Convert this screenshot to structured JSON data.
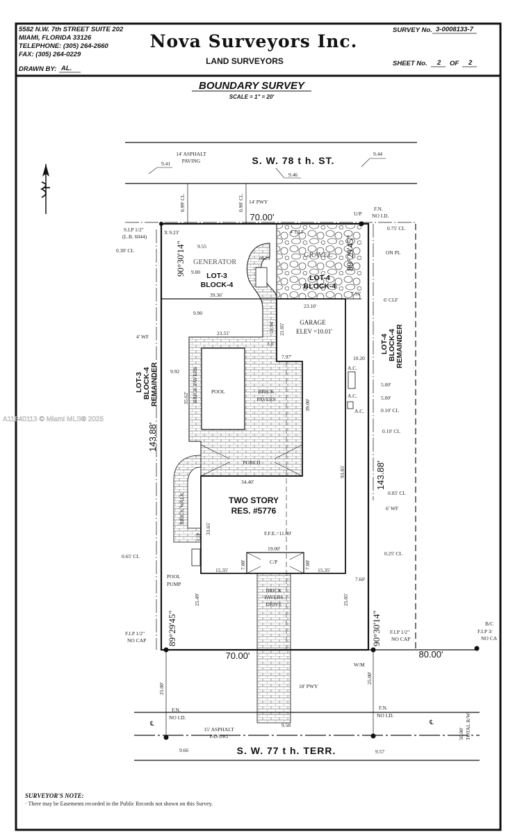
{
  "header": {
    "address_lines": [
      "5582 N.W. 7th STREET SUITE 202",
      "MIAMI, FLORIDA 33126",
      "TELEPHONE: (305) 264-2660",
      "FAX: (305) 264-0229"
    ],
    "drawn_by_label": "DRAWN BY:",
    "drawn_by": "AL.",
    "company": "Nova Surveyors Inc.",
    "company_sub": "LAND SURVEYORS",
    "survey_no_label": "SURVEY No.",
    "survey_no": "3-0008133-7",
    "sheet_label": "SHEET No.",
    "sheet_no": "2",
    "sheet_of_label": "OF",
    "sheet_total": "2"
  },
  "title": {
    "main": "BOUNDARY SURVEY",
    "scale": "SCALE  = 1\" = 20'"
  },
  "watermark": "A11840113 © Miami MLS® 2025",
  "plan": {
    "north_street": {
      "name": "S. W. 78 t h.   ST.",
      "paving_1": "14' ASPHALT",
      "paving_2": "PAVING",
      "elev_1": "9.41",
      "elev_2": "9.46",
      "elev_3": "9.44",
      "cl_1": "0.99' CL",
      "cl_2": "0.90' CL",
      "pwy": "14' PWY"
    },
    "south_street": {
      "name": "S. W. 77 t h.   TERR.",
      "paving_1": "15' ASPHALT",
      "paving_2": "PAVING",
      "elev_1": "9.66",
      "elev_2": "9.58",
      "elev_3": "9.57",
      "rw_1": "50.00'",
      "rw_2": "TOTAL R/W",
      "pwy": "18' PWY",
      "cl_symbol": "℄"
    },
    "boundary": {
      "top": "70.00'",
      "bottom": "70.00'",
      "left": "143.88'",
      "right": "143.88'",
      "adjacent": "80.00'",
      "angle_tl": "90°30'14\"",
      "angle_tr": "89°29'45\"",
      "angle_bl": "89°29'45\"",
      "angle_br": "90°30'14\"",
      "setback_l": "25.00'",
      "setback_r": "25.00'"
    },
    "monuments": {
      "up": "U/P",
      "fn_top_1": "F.N.",
      "fn_top_2": "NO I.D.",
      "sip_1": "S.I.P 1/2\"",
      "sip_2": "(L.B. 6044)",
      "x_923": "X 9.23'",
      "fip_l_1": "F.I.P 1/2\"",
      "fip_l_2": "NO CAP",
      "fip_r_1": "F.I.P 1/2\"",
      "fip_r_2": "NO CAP",
      "bc_1": "B/C",
      "bc_2": "F.I.P 3/",
      "bc_3": "NO CA",
      "fn_bl_1": "F.N.",
      "fn_bl_2": "NO I.D.",
      "fn_br_1": "F.N.",
      "fn_br_2": "NO I.D.",
      "wm": "W/M"
    },
    "fences": {
      "cl_030": "0.30' CL",
      "cl_075": "0.75' CL",
      "on_pl": "ON PL",
      "clf_4": "4' CLF",
      "clf_6": "6' CLF",
      "wf_4": "4' WF",
      "wf_6": "6' WF",
      "cl_010a": "0.10' CL",
      "cl_010b": "0.10' CL",
      "cl_005": "0.05' CL",
      "cl_065": "0.65' CL",
      "cl_025": "0.25' CL",
      "d_500a": "5.00'",
      "d_500b": "5.00'"
    },
    "lots": {
      "lot3": "LOT-3",
      "lot3_block": "BLOCK-4",
      "lot4": "LOT-4",
      "lot4_block": "BLOCK-4",
      "lot3_rem": "LOT-3",
      "lot3_rem_block": "BLOCK-4",
      "lot3_rem_label": "REMAINDER",
      "lot4_rem": "LOT-4",
      "lot4_rem_block": "BLOCK-4",
      "lot4_rem_label": "REMAINDER"
    },
    "features": {
      "generator": "GENERATOR",
      "gen_elev": "10.24",
      "gravel": "GRAVEL",
      "e955": "9.55",
      "e980": "9.80",
      "e990": "9.90",
      "e992": "9.92",
      "d3936": "39.36'",
      "d755": "7.55'",
      "d2310": "23.10'",
      "garage": "GARAGE",
      "garage_elev": "ELEV =10.01'",
      "d2351": "23.51'",
      "d1194": "11.94'",
      "d2105": "21.05'",
      "d30": "3.0'",
      "d797": "7.97'",
      "e1020": "10.20",
      "ac_1": "A.C.",
      "ac_2": "A.C.",
      "ac_3": "A.C.",
      "pool": "POOL",
      "brick_pavers_v": "BRICK PAVERS",
      "d3562": "35.62'",
      "brick": "BRICK",
      "pavers": "PAVERS",
      "d3900": "39.00'",
      "porch": "PORCH",
      "d3440": "34.40'",
      "res_1": "TWO STORY",
      "res_2": "RES. #5776",
      "d9385": "93.85'",
      "brick_walk": "BRICK WALK",
      "d3365": "33.65'",
      "cp_small": "C/P",
      "ffe": "F.F.E.=11.00'",
      "d1900": "19.00'",
      "d700a": "7.00'",
      "d700b": "7.00'",
      "cp": "C/P",
      "d1535a": "15.35'",
      "d1535b": "15.35'",
      "pool_pump_1": "POOL",
      "pool_pump_2": "PUMP",
      "d760": "7.60'",
      "drive_1": "BRICK",
      "drive_2": "PAVERS",
      "drive_3": "DRIVE",
      "d2549": "25.49'",
      "d2505": "25.05'"
    }
  },
  "note": {
    "heading": "SURVEYOR'S NOTE:",
    "lines": [
      "· There may be Easements recorded in the Public Records not shown on this Survey."
    ]
  }
}
